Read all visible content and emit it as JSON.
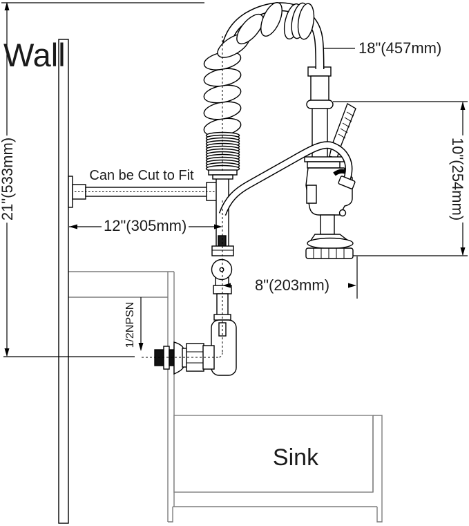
{
  "diagram": {
    "wall_label": "Wall",
    "sink_label": "Sink",
    "note_cut_to_fit": "Can be Cut to Fit",
    "inlet_thread_label": "1/2NPSN",
    "dimensions": {
      "overall_height": "21\"(533mm)",
      "hose_length": "18\"(457mm)",
      "wall_to_riser": "12\"(305mm)",
      "spray_drop": "10\"(254mm)",
      "riser_to_spray": "8\"(203mm)"
    }
  }
}
